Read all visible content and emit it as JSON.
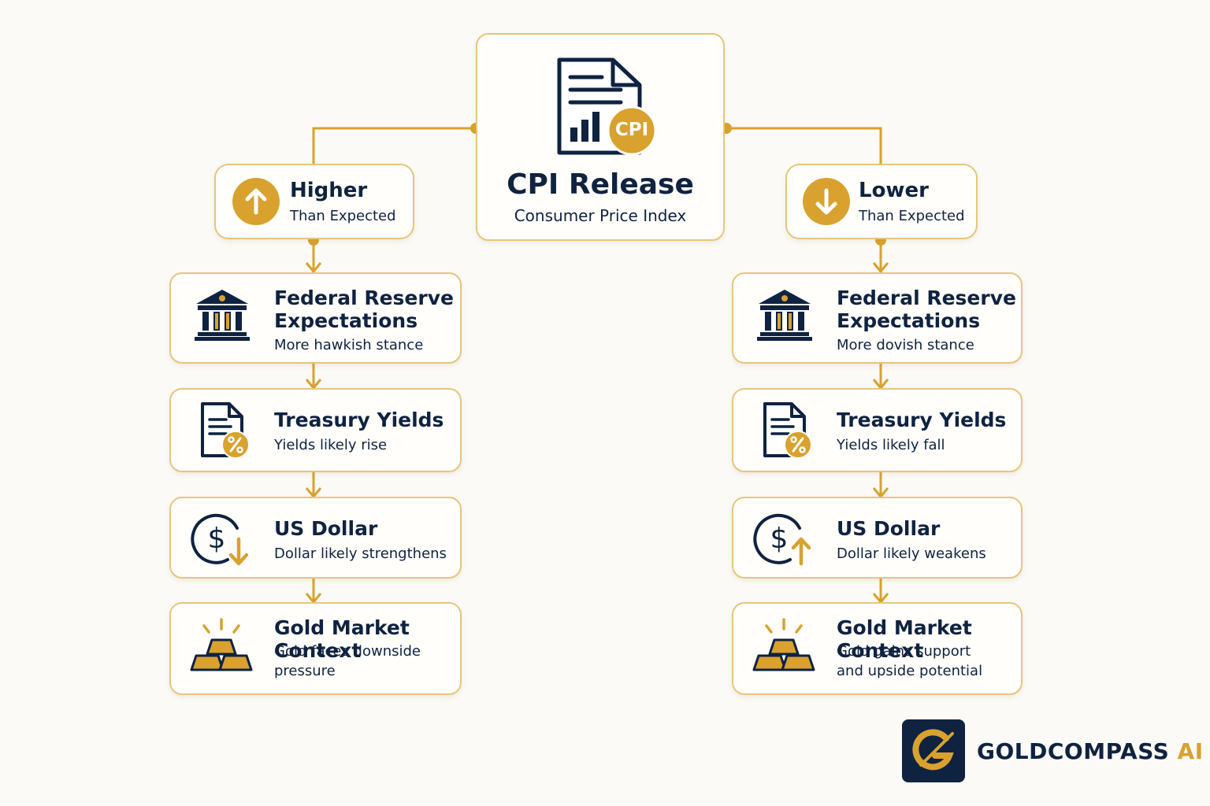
{
  "center": {
    "badge": "CPI",
    "title": "CPI Release",
    "subtitle": "Consumer Price Index"
  },
  "left": {
    "branch_title": "Higher",
    "branch_sub": "Than Expected",
    "steps": [
      {
        "title_lines": [
          "Federal Reserve",
          "Expectations"
        ],
        "text": "More hawkish stance"
      },
      {
        "title_lines": [
          "Treasury Yields"
        ],
        "text": "Yields likely rise"
      },
      {
        "title_lines": [
          "US Dollar"
        ],
        "text": "Dollar likely strengthens"
      },
      {
        "title_lines": [
          "Gold Market Context"
        ],
        "text": "Gold faces downside pressure"
      }
    ]
  },
  "right": {
    "branch_title": "Lower",
    "branch_sub": "Than Expected",
    "steps": [
      {
        "title_lines": [
          "Federal Reserve",
          "Expectations"
        ],
        "text": "More dovish stance"
      },
      {
        "title_lines": [
          "Treasury Yields"
        ],
        "text": "Yields likely fall"
      },
      {
        "title_lines": [
          "US Dollar"
        ],
        "text": "Dollar likely weakens"
      },
      {
        "title_lines": [
          "Gold Market Context"
        ],
        "text": "Gold gains support and upside potential"
      }
    ]
  },
  "brand": {
    "name_main": "GOLDCOMPASS",
    "name_accent": " AI"
  },
  "colors": {
    "navy": "#0f2240",
    "gold": "#d9a22e",
    "border": "#e6c67c",
    "background": "#fbfaf7"
  }
}
